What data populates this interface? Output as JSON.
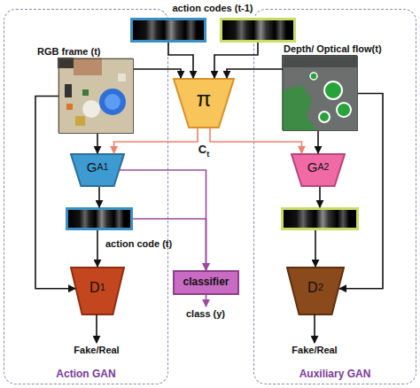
{
  "diagram": {
    "nodes": [
      {
        "text": [
          "Action GAN"
        ]
      },
      {
        "text": [
          "Auxiliary GAN"
        ]
      },
      {
        "text": []
      },
      {
        "text": []
      },
      {
        "text": [
          "RGB frame (t)"
        ],
        "in": 0
      },
      {
        "text": [
          "π"
        ]
      },
      {
        "text": [
          "Depth/ Optical flow(t)"
        ],
        "in": 1
      },
      {
        "text": [
          "GA1"
        ],
        "in": 0
      },
      {
        "text": [
          "GA2"
        ],
        "in": 1
      },
      {
        "text": [
          "action code (t)"
        ],
        "in": 0
      },
      {
        "text": [],
        "in": 1
      },
      {
        "text": [
          "classifier"
        ]
      },
      {
        "text": [
          "D1"
        ],
        "in": 0
      },
      {
        "text": [
          "D2"
        ],
        "in": 1
      }
    ],
    "edges": [
      {
        "from": 2,
        "to": 5,
        "arrow": "to"
      },
      {
        "from": 3,
        "to": 5,
        "arrow": "to"
      },
      {
        "from": 4,
        "to": 5,
        "arrow": "to"
      },
      {
        "from": 6,
        "to": 5,
        "arrow": "to"
      },
      {
        "from": 4,
        "to": 7,
        "arrow": "to"
      },
      {
        "from": 6,
        "to": 8,
        "arrow": "to"
      },
      {
        "from": 5,
        "to": 7,
        "arrow": "to"
      },
      {
        "from": 5,
        "to": 8,
        "arrow": "to"
      },
      {
        "from": 7,
        "to": 9,
        "arrow": "to"
      },
      {
        "from": 8,
        "to": 10,
        "arrow": "to"
      },
      {
        "from": 9,
        "to": 12,
        "arrow": "to"
      },
      {
        "from": 10,
        "to": 13,
        "arrow": "to"
      },
      {
        "from": 4,
        "to": 12,
        "arrow": "to"
      },
      {
        "from": 6,
        "to": 13,
        "arrow": "to"
      },
      {
        "from": 7,
        "to": 11,
        "arrow": "to"
      },
      {
        "from": 9,
        "to": 11,
        "arrow": "to"
      }
    ],
    "labels": [
      "action codes (t-1)",
      "Ct",
      "class (y)",
      "Fake/Real",
      "Fake/Real"
    ]
  }
}
